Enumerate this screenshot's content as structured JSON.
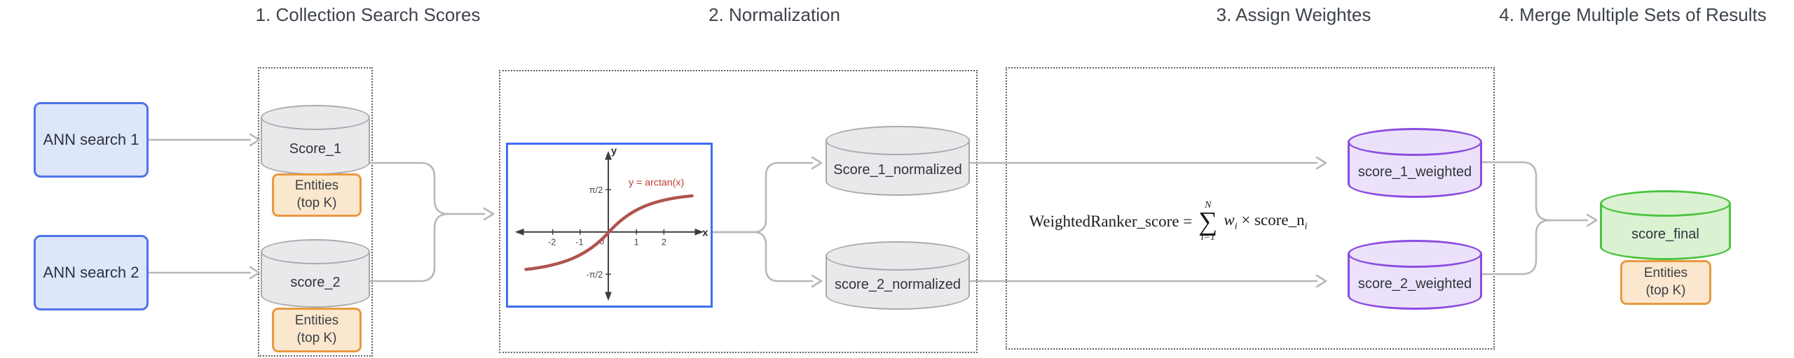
{
  "titles": [
    "1. Collection Search Scores",
    "2. Normalization",
    "3. Assign Weightes",
    "4. Merge Multiple Sets of Results"
  ],
  "stage1": {
    "inputs": [
      "ANN search 1",
      "ANN search 2"
    ],
    "stores": [
      "Score_1",
      "score_2"
    ],
    "entities": {
      "line1": "Entities",
      "line2": "(top K)"
    }
  },
  "stage2": {
    "plot": {
      "function_label": "y = arctan(x)",
      "x_axis_label": "x",
      "y_axis_label": "y",
      "x_ticks": [
        "-2",
        "-1",
        "1",
        "2"
      ],
      "origin_label": "0",
      "y_tick_top": "π/2",
      "y_tick_bottom": "-π/2"
    },
    "stores": [
      "Score_1_normalized",
      "score_2_normalized"
    ]
  },
  "stage3": {
    "formula": {
      "lhs": "WeightedRanker_score =",
      "sum_upper": "N",
      "sum_symbol": "∑",
      "sum_lower": "i=1",
      "weight_var": "w",
      "weight_sub": "i",
      "times": "×",
      "score_term": "score_n",
      "score_sub": "i"
    },
    "stores": [
      "score_1_weighted",
      "score_2_weighted"
    ]
  },
  "stage4": {
    "store": "score_final",
    "entities": {
      "line1": "Entities",
      "line2": "(top K)"
    }
  },
  "colors": {
    "input_fill": "#dde6fb",
    "input_border": "#4d74e8",
    "store_fill": "#e9e9ec",
    "store_border": "#a9a9ad",
    "entities_fill": "#fbe7ce",
    "entities_border": "#e9993f",
    "weighted_fill": "#ece1fa",
    "weighted_border": "#8a4ce0",
    "final_fill": "#daf2d1",
    "final_border": "#4cc440",
    "connector": "#b7b7b7",
    "plot_border": "#3e6df2",
    "curve": "#b0534e"
  },
  "chart_data": {
    "type": "line",
    "title": "y = arctan(x)",
    "xlabel": "x",
    "ylabel": "y",
    "x": [
      -3,
      -2,
      -1,
      0,
      1,
      2,
      3
    ],
    "y": [
      -1.249,
      -1.107,
      -0.785,
      0,
      0.785,
      1.107,
      1.249
    ],
    "x_ticks": [
      -2,
      -1,
      0,
      1,
      2
    ],
    "y_ticks": [
      "-π/2",
      "π/2"
    ],
    "xlim": [
      -3.2,
      3.2
    ],
    "ylim": [
      -2.2,
      2.2
    ],
    "grid": false,
    "legend": "none",
    "curve_color": "#b0534e"
  }
}
